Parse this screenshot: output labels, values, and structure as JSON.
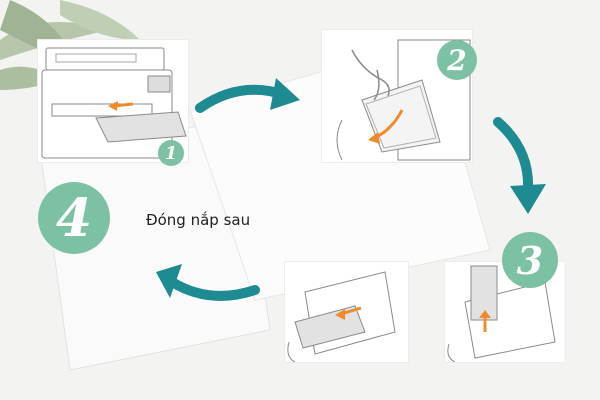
{
  "colors": {
    "badge": "#7dc1a4",
    "badge_text": "#ffffff",
    "arrow": "#1e8b92",
    "accent_orange": "#f08a2a",
    "line": "#8a8a8a",
    "paper": "#e2e2e2",
    "background": "#f3f3f1"
  },
  "steps": [
    {
      "number": "1"
    },
    {
      "number": "2"
    },
    {
      "number": "3"
    },
    {
      "number": "4",
      "caption": "Đóng nắp sau"
    }
  ],
  "icons": [
    "curved-arrow-icon",
    "plant-leaf-icon",
    "spiral-notebook-icon",
    "hand-icon"
  ]
}
